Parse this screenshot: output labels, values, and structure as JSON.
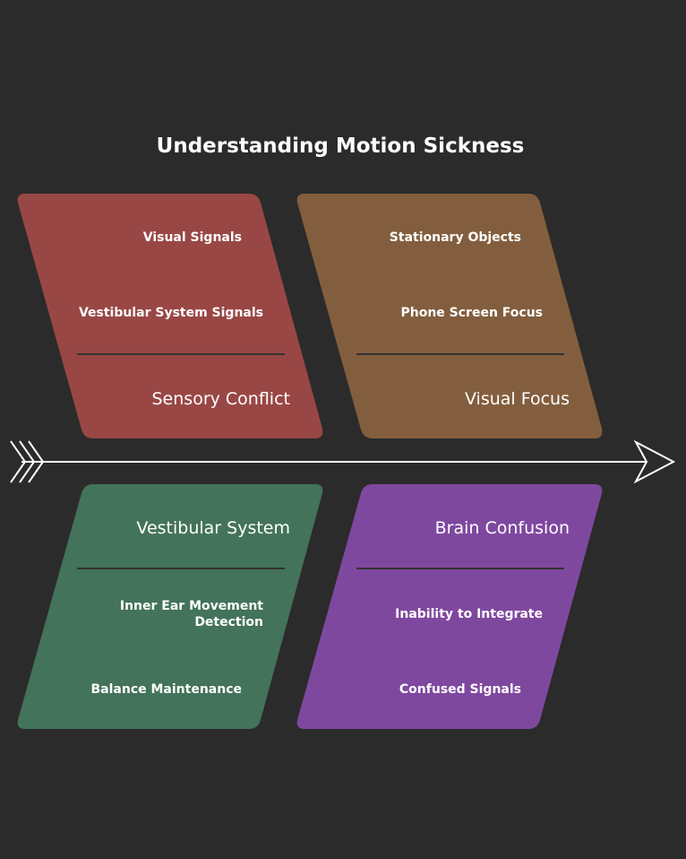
{
  "title": "Understanding Motion Sickness",
  "categories": [
    {
      "name": "Sensory Conflict",
      "color": "#994745",
      "causes": [
        "Visual Signals",
        "Vestibular System Signals"
      ]
    },
    {
      "name": "Visual Focus",
      "color": "#835e3e",
      "causes": [
        "Stationary Objects",
        "Phone Screen Focus"
      ]
    },
    {
      "name": "Vestibular System",
      "color": "#43735a",
      "causes": [
        "Inner Ear Movement",
        "Detection",
        "Balance Maintenance"
      ]
    },
    {
      "name": "Brain Confusion",
      "color": "#7f489f",
      "causes": [
        "Inability to Integrate",
        "Confused Signals"
      ]
    }
  ],
  "colors": {
    "background": "#2b2b2b",
    "text": "#ffffff",
    "divider": "#333333",
    "spine": "#ffffff"
  }
}
